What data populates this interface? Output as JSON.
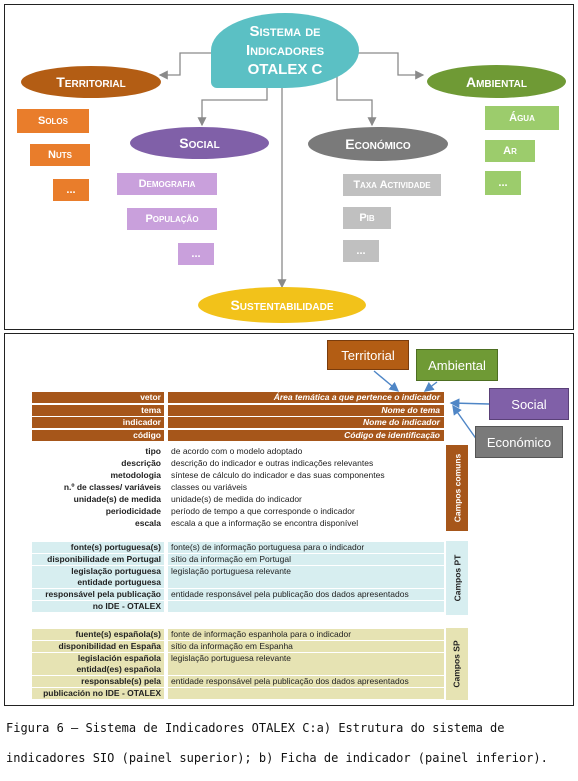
{
  "top": {
    "main": "Sistema de Indicadores OTALEX C",
    "territorial": "Territorial",
    "territorial_items": [
      "Solos",
      "Nuts",
      "..."
    ],
    "social": "Social",
    "social_items": [
      "Demografia",
      "População",
      "..."
    ],
    "economico": "Económico",
    "economico_items": [
      "Taxa Actividade",
      "Pib",
      "..."
    ],
    "ambiental": "Ambiental",
    "ambiental_items": [
      "Água",
      "Ar",
      "..."
    ],
    "sustentabilidade": "Sustentabilidade",
    "colors": {
      "main": "#5bc0c4",
      "territorial": "#b35d14",
      "territorial_box": "#e97d2b",
      "social": "#8060a8",
      "social_box": "#c9a0dc",
      "economico": "#7a7a7a",
      "economico_box": "#c0c0c0",
      "ambiental": "#6f9a35",
      "ambiental_box": "#9ccc6c",
      "sustentabilidade": "#f2c21a"
    }
  },
  "bottom": {
    "topics": {
      "territorial": "Territorial",
      "ambiental": "Ambiental",
      "social": "Social",
      "economico": "Económico"
    },
    "header_rows": [
      {
        "label": "vetor",
        "value": "Área temática a que pertence o indicador"
      },
      {
        "label": "tema",
        "value": "Nome do tema"
      },
      {
        "label": "indicador",
        "value": "Nome do indicador"
      },
      {
        "label": "código",
        "value": "Código de identificação"
      }
    ],
    "common_rows": [
      {
        "label": "tipo",
        "value": "de acordo com o modelo adoptado"
      },
      {
        "label": "descrição",
        "value": "descrição do indicador e outras indicações relevantes"
      },
      {
        "label": "metodologia",
        "value": "síntese de cálculo do indicador e das suas componentes"
      },
      {
        "label": "n.º de classes/ variáveis",
        "value": "classes ou variáveis"
      },
      {
        "label": "unidade(s) de medida",
        "value": "unidade(s) de medida do indicador"
      },
      {
        "label": "periodicidade",
        "value": "período de tempo a que corresponde o indicador"
      },
      {
        "label": "escala",
        "value": "escala a que a informação se encontra disponível"
      }
    ],
    "common_side": "Campos comuns",
    "pt_rows": [
      {
        "label": "fonte(s) portuguesa(s)",
        "value": "fonte(s) de informação portuguesa para o indicador"
      },
      {
        "label": "disponibilidade em Portugal",
        "value": "sítio da informação em Portugal"
      },
      {
        "label": "legislação portuguesa",
        "value": "legislação portuguesa relevante"
      },
      {
        "label": "entidade portuguesa",
        "value": ""
      },
      {
        "label": "responsável pela publicação",
        "value": "entidade responsável pela publicação dos dados apresentados"
      },
      {
        "label": "no IDE - OTALEX",
        "value": ""
      }
    ],
    "pt_side": "Campos PT",
    "sp_rows": [
      {
        "label": "fuente(s) española(s)",
        "value": "fonte de informação espanhola para o indicador"
      },
      {
        "label": "disponibilidad en España",
        "value": "sítio da informação em Espanha"
      },
      {
        "label": "legislación española",
        "value": "legislação portuguesa relevante"
      },
      {
        "label": "entidad(es) española",
        "value": ""
      },
      {
        "label": "responsable(s) pela",
        "value": "entidade responsável pela publicação dos dados apresentados"
      },
      {
        "label": "publicación no IDE - OTALEX",
        "value": ""
      }
    ],
    "sp_side": "Campos SP"
  },
  "caption": {
    "line1": "Figura 6 – Sistema de Indicadores OTALEX C:a) Estrutura do sistema de",
    "line2": "indicadores SIO (painel superior); b) Ficha de indicador (painel inferior)."
  }
}
